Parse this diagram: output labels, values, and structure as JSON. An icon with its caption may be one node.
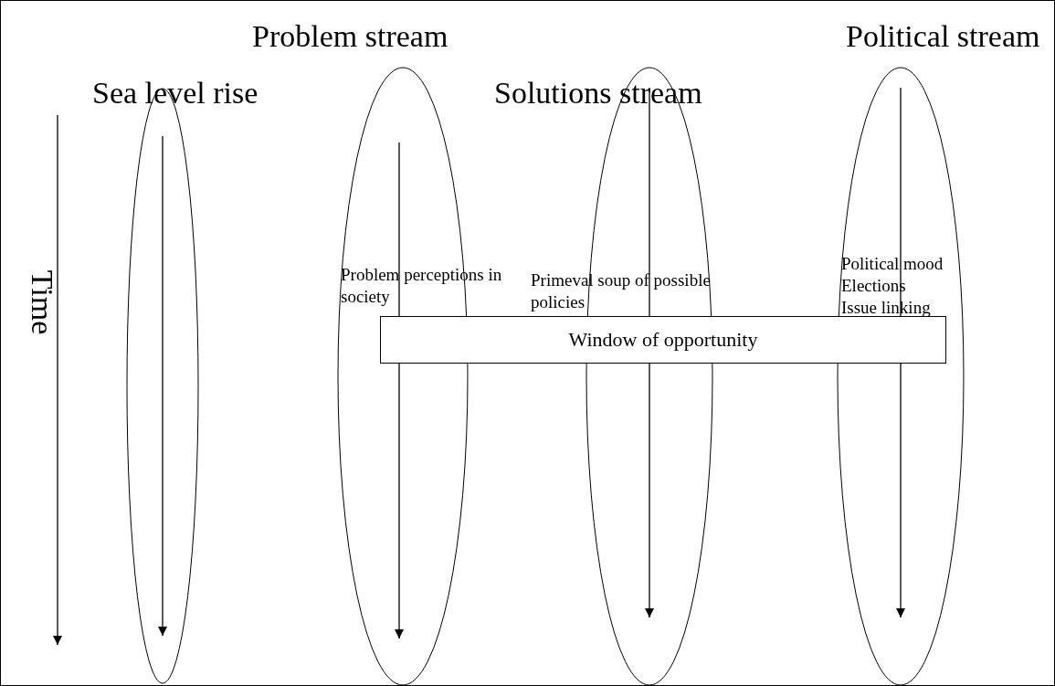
{
  "diagram": {
    "nodes": [
      {
        "text": [
          "Sea level rise"
        ]
      },
      {
        "text": [
          "Problem stream",
          "Problem perceptions in society"
        ]
      },
      {
        "text": [
          "Solutions stream",
          "Primeval soup of possible policies"
        ]
      },
      {
        "text": [
          "Political stream",
          "Political mood",
          "Elections",
          "Issue linking"
        ]
      },
      {
        "text": [
          "Window of opportunity"
        ]
      }
    ],
    "labels": [
      "Time"
    ]
  }
}
